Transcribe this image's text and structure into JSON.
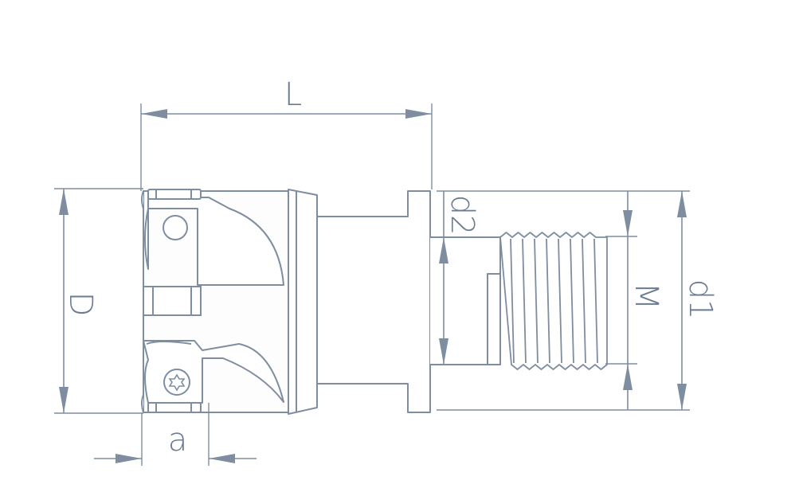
{
  "diagram": {
    "labels": {
      "length": "L",
      "diameter": "D",
      "depth": "a",
      "thread": "M",
      "shank_diameter": "d1",
      "pilot_diameter": "d2"
    },
    "colors": {
      "line": "#7f8da0",
      "fill_light": "#f4f5f7",
      "text": "#6b7b91"
    }
  }
}
